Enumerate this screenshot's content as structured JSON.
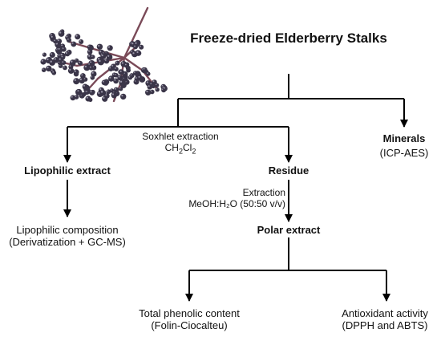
{
  "title": "Freeze-dried Elderberry Stalks",
  "branch_labels": {
    "soxhlet_line1": "Soxhlet extraction",
    "soxhlet_chem_base": "CH",
    "soxhlet_chem_sub1": "2",
    "soxhlet_chem_mid": "Cl",
    "soxhlet_chem_sub2": "2",
    "extraction_line1": "Extraction",
    "extraction_line2": "MeOH:H₂O (50:50 v/v)"
  },
  "nodes": {
    "lipophilic_extract": "Lipophilic extract",
    "residue": "Residue",
    "minerals": "Minerals",
    "minerals_method": "(ICP-AES)",
    "lipophilic_composition": "Lipophilic composition",
    "lipophilic_method": "(Derivatization + GC-MS)",
    "polar_extract": "Polar extract",
    "phenolic": "Total phenolic content",
    "phenolic_method": "(Folin-Ciocalteu)",
    "antioxidant": "Antioxidant activity",
    "antioxidant_method": "(DPPH and ABTS)"
  },
  "colors": {
    "line": "#000000",
    "stem": "#7a4a58",
    "berry": "#3a3548",
    "berry_highlight": "#9a96a8"
  }
}
